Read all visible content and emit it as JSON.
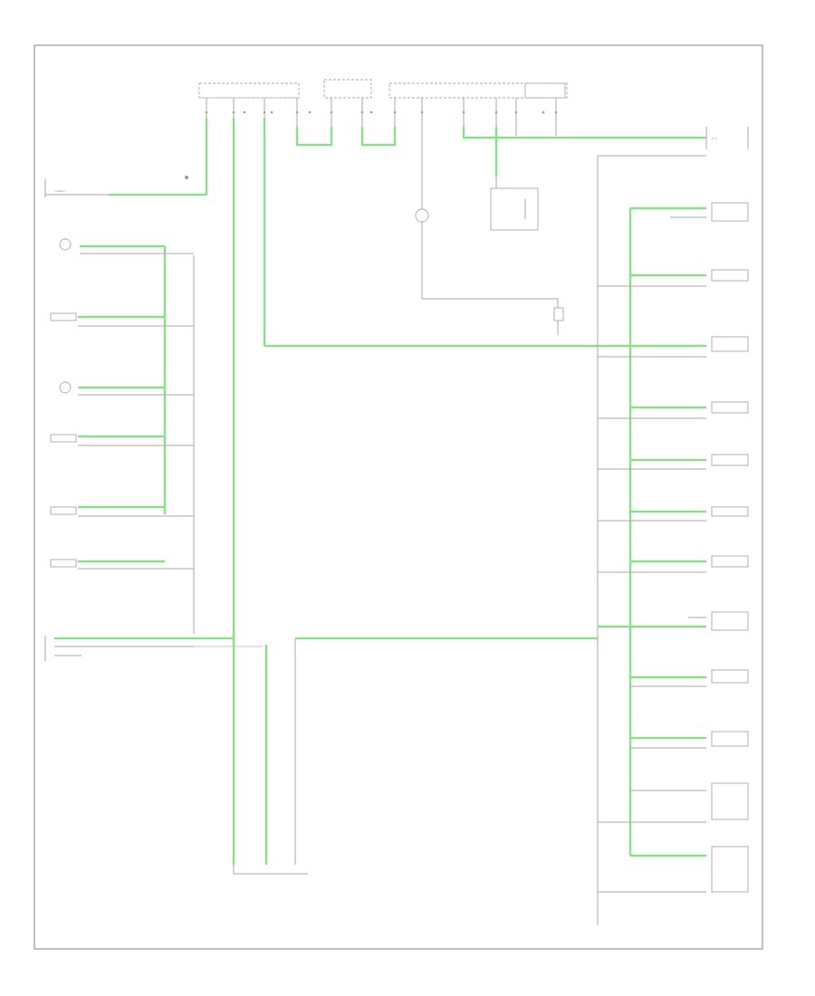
{
  "diagram": {
    "footer_code": "",
    "top_modules": [
      {
        "id": "m1",
        "label": ""
      },
      {
        "id": "m2",
        "label": ""
      },
      {
        "id": "m3",
        "label": ""
      }
    ],
    "left_components": [
      {
        "id": "l0",
        "label": ""
      },
      {
        "id": "l1",
        "label": ""
      },
      {
        "id": "l2",
        "label": ""
      },
      {
        "id": "l3",
        "label": ""
      },
      {
        "id": "l4",
        "label": ""
      },
      {
        "id": "l5",
        "label": ""
      },
      {
        "id": "l6",
        "label": ""
      },
      {
        "id": "l7",
        "label": ""
      }
    ],
    "right_components": [
      {
        "id": "r0",
        "label": ""
      },
      {
        "id": "r1",
        "label": ""
      },
      {
        "id": "r2",
        "label": ""
      },
      {
        "id": "r3",
        "label": ""
      },
      {
        "id": "r4",
        "label": ""
      },
      {
        "id": "r5",
        "label": ""
      },
      {
        "id": "r6",
        "label": ""
      },
      {
        "id": "r7",
        "label": ""
      },
      {
        "id": "r8",
        "label": ""
      },
      {
        "id": "r9",
        "label": ""
      },
      {
        "id": "r10",
        "label": ""
      },
      {
        "id": "r11",
        "label": ""
      },
      {
        "id": "r12",
        "label": ""
      }
    ],
    "bottom_labels": {
      "ground_left": "",
      "ground_right": ""
    },
    "colors": {
      "highlight_wire": "#7ee87e",
      "wire": "#a9a9a9",
      "frame": "#9a9a9a"
    }
  }
}
